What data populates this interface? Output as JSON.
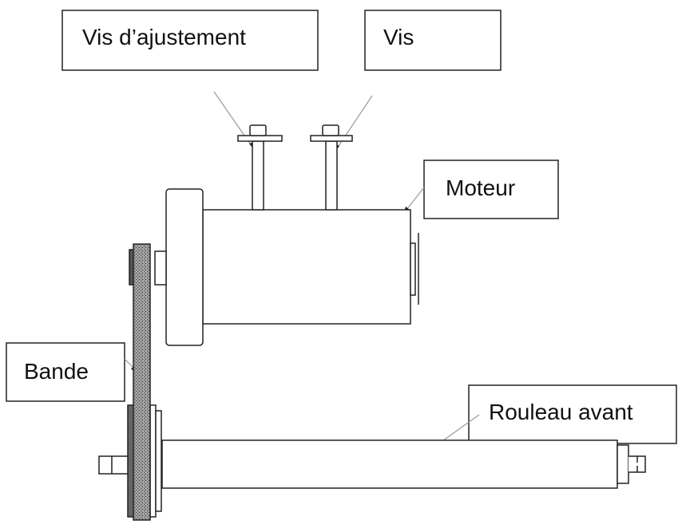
{
  "labels": {
    "adjust_screw": "Vis d’ajustement",
    "screw": "Vis",
    "motor": "Moteur",
    "belt": "Bande",
    "front_roller": "Rouleau avant"
  },
  "colors": {
    "stroke": "#222222",
    "leader": "#9a9a9a",
    "belt_fill": "#8c8c8c",
    "background": "#ffffff"
  }
}
